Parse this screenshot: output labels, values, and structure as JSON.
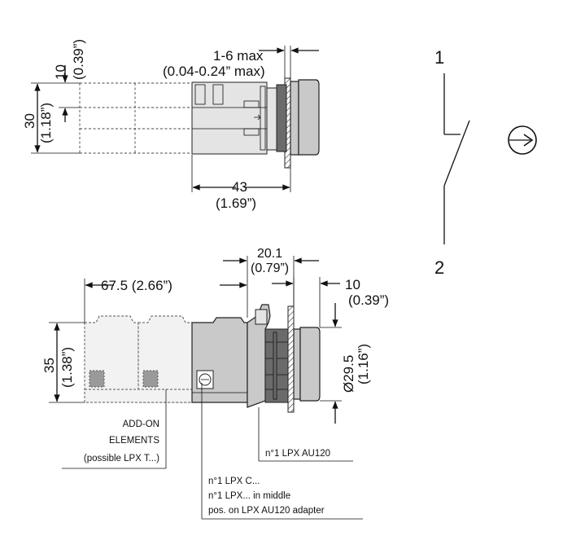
{
  "top_view": {
    "dim_thickness": "1-6 max",
    "dim_thickness_in": "(0.04-0.24” max)",
    "dim_pitch": "10",
    "dim_pitch_in": "(0.39”)",
    "dim_height": "30",
    "dim_height_in": "(1.18”)",
    "dim_depth": "43",
    "dim_depth_in": "(1.69”)"
  },
  "side_view": {
    "dim_addon": "67.5 (2.66”)",
    "dim_head": "20.1",
    "dim_head_in": "(0.79”)",
    "dim_front": "10",
    "dim_front_in": "(0.39”)",
    "dim_height": "35",
    "dim_height_in": "(1.38”)",
    "dim_diameter": "Ø29.5",
    "dim_diameter_in": "(1.16”)"
  },
  "callouts": {
    "addon_line1": "ADD-ON",
    "addon_line2": "ELEMENTS",
    "addon_line3": "(possible LPX T...)",
    "operator": "n°1 LPX AU120",
    "contact_line1": "n°1 LPX C...",
    "contact_line2": "n°1 LPX... in middle",
    "contact_line3": "pos. on LPX AU120 adapter"
  },
  "symbol": {
    "terminal_top": "1",
    "terminal_bottom": "2",
    "action_icon": "push-button-action-icon"
  }
}
